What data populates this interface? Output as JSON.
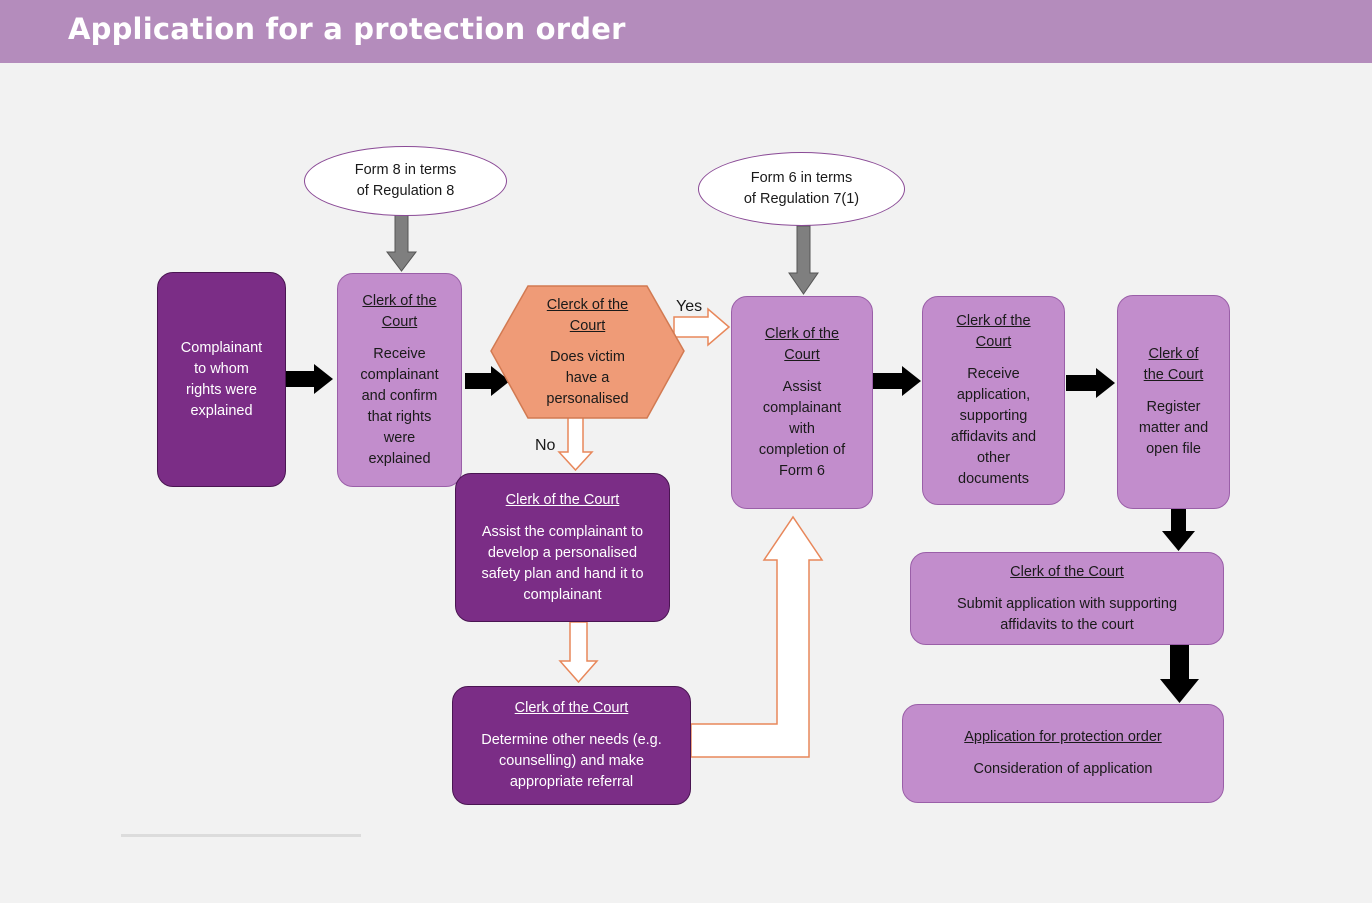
{
  "header": {
    "title": "Application for a protection order"
  },
  "ovals": {
    "form8": "Form 8 in terms\nof Regulation 8",
    "form6": "Form 6 in terms\nof Regulation 7(1)"
  },
  "complainant": {
    "text": "Complainant\nto whom\nrights were\nexplained"
  },
  "receive_complainant": {
    "role": "Clerk of the\nCourt",
    "text": "Receive\ncomplainant\nand confirm\nthat rights\nwere\nexplained"
  },
  "decision": {
    "role": "Clerck of the\nCourt",
    "text": "Does victim\nhave a\npersonalised"
  },
  "yes_label": "Yes",
  "no_label": "No",
  "safety_plan": {
    "role": "Clerk of the Court",
    "text": "Assist the complainant to\ndevelop a personalised\nsafety plan and hand it to\ncomplainant"
  },
  "other_needs": {
    "role": "Clerk of the Court",
    "text": "Determine other needs (e.g.\ncounselling) and make\nappropriate referral"
  },
  "assist_form6": {
    "role": "Clerk of the\nCourt",
    "text": "Assist\ncomplainant\nwith\ncompletion of\nForm 6"
  },
  "receive_application": {
    "role": "Clerk of the\nCourt",
    "text": "Receive\napplication,\nsupporting\naffidavits and\nother\ndocuments"
  },
  "register": {
    "role": "Clerk of\nthe Court",
    "text": "Register\nmatter and\nopen file"
  },
  "submit": {
    "role": "Clerk of the Court",
    "text": "Submit application with supporting\naffidavits to the court"
  },
  "consideration": {
    "role": "Application for protection order",
    "text": "Consideration of application"
  },
  "colors": {
    "header": "#b48cbc",
    "light_box": "#c28dcc",
    "dark_box": "#7b2d86",
    "decision": "#ef9b77",
    "outline_arrow": "#e8875a"
  }
}
